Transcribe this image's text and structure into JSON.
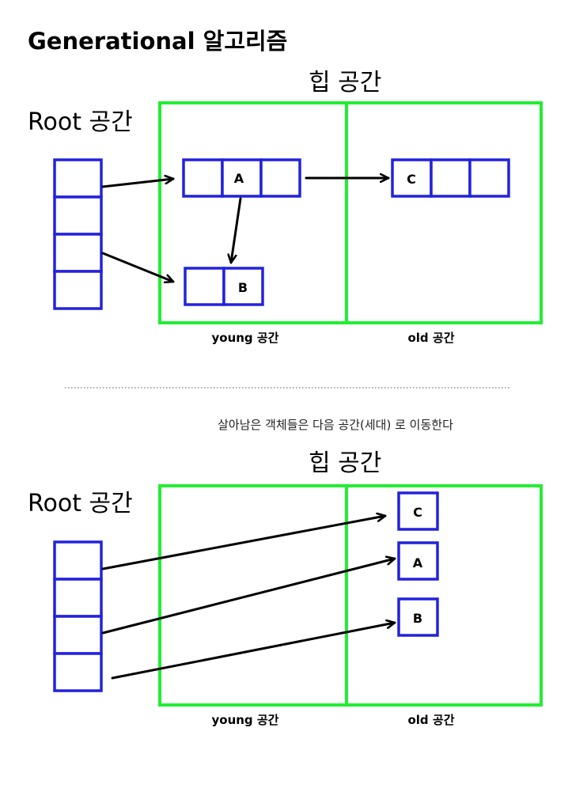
{
  "title": "Generational 알고리즘",
  "caption": "살아남은 객체들은 다음 공간(세대) 로 이동한다",
  "before": {
    "heap_label": "힙 공간",
    "root_label": "Root 공간",
    "young_label": "young 공간",
    "old_label": "old 공간",
    "cells": {
      "a": "A",
      "b": "B",
      "c": "C"
    }
  },
  "after": {
    "heap_label": "힙 공간",
    "root_label": "Root 공간",
    "young_label": "young 공간",
    "old_label": "old 공간",
    "cells": {
      "c": "C",
      "a": "A",
      "b": "B"
    }
  },
  "colors": {
    "heap_border": "#22ee33",
    "object_border": "#2222dd",
    "arrow": "#000000"
  }
}
